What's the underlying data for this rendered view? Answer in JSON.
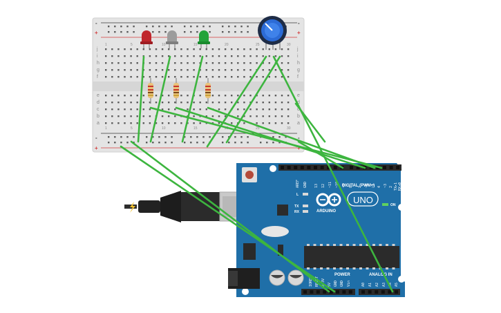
{
  "breadboard": {
    "rail_plus": "+",
    "rail_minus": "-",
    "column_numbers": [
      "1",
      "5",
      "10",
      "15",
      "20",
      "25",
      "30"
    ],
    "rows_top": [
      "j",
      "i",
      "h",
      "g",
      "f"
    ],
    "rows_bottom": [
      "e",
      "d",
      "c",
      "b",
      "a"
    ],
    "colors": {
      "body": "#e6e6e6",
      "hole": "#5a5a5a",
      "rail_red": "#d33b3b",
      "rail_dark": "#3a3a3a"
    }
  },
  "components": {
    "leds": [
      {
        "name": "red-led",
        "color": "#c0262c"
      },
      {
        "name": "white-led",
        "color": "#9c9c9c"
      },
      {
        "name": "green-led",
        "color": "#23a33a"
      }
    ],
    "resistor_count": 3,
    "potentiometer_color": "#2c6bd6"
  },
  "arduino": {
    "brand": "ARDUINO",
    "model": "UNO",
    "on_label": "ON",
    "digital_header": "DIGITAL (PWM~)",
    "power_header": "POWER",
    "analog_header": "ANALOG IN",
    "aref": "AREF",
    "gnd": "GND",
    "digital_pins": [
      "13",
      "12",
      "~11",
      "~10",
      "~9",
      "8",
      "7",
      "~6",
      "~5",
      "4",
      "~3",
      "2",
      "TX▸1",
      "RX◂0"
    ],
    "power_pins": [
      "IOREF",
      "RESET",
      "3.3V",
      "5V",
      "GND",
      "GND",
      "Vin"
    ],
    "analog_pins": [
      "A0",
      "A1",
      "A2",
      "A3",
      "A4",
      "A5"
    ],
    "led_labels": [
      "L",
      "TX",
      "RX"
    ],
    "colors": {
      "board": "#1f6fa8",
      "wire": "#3db53f"
    }
  }
}
